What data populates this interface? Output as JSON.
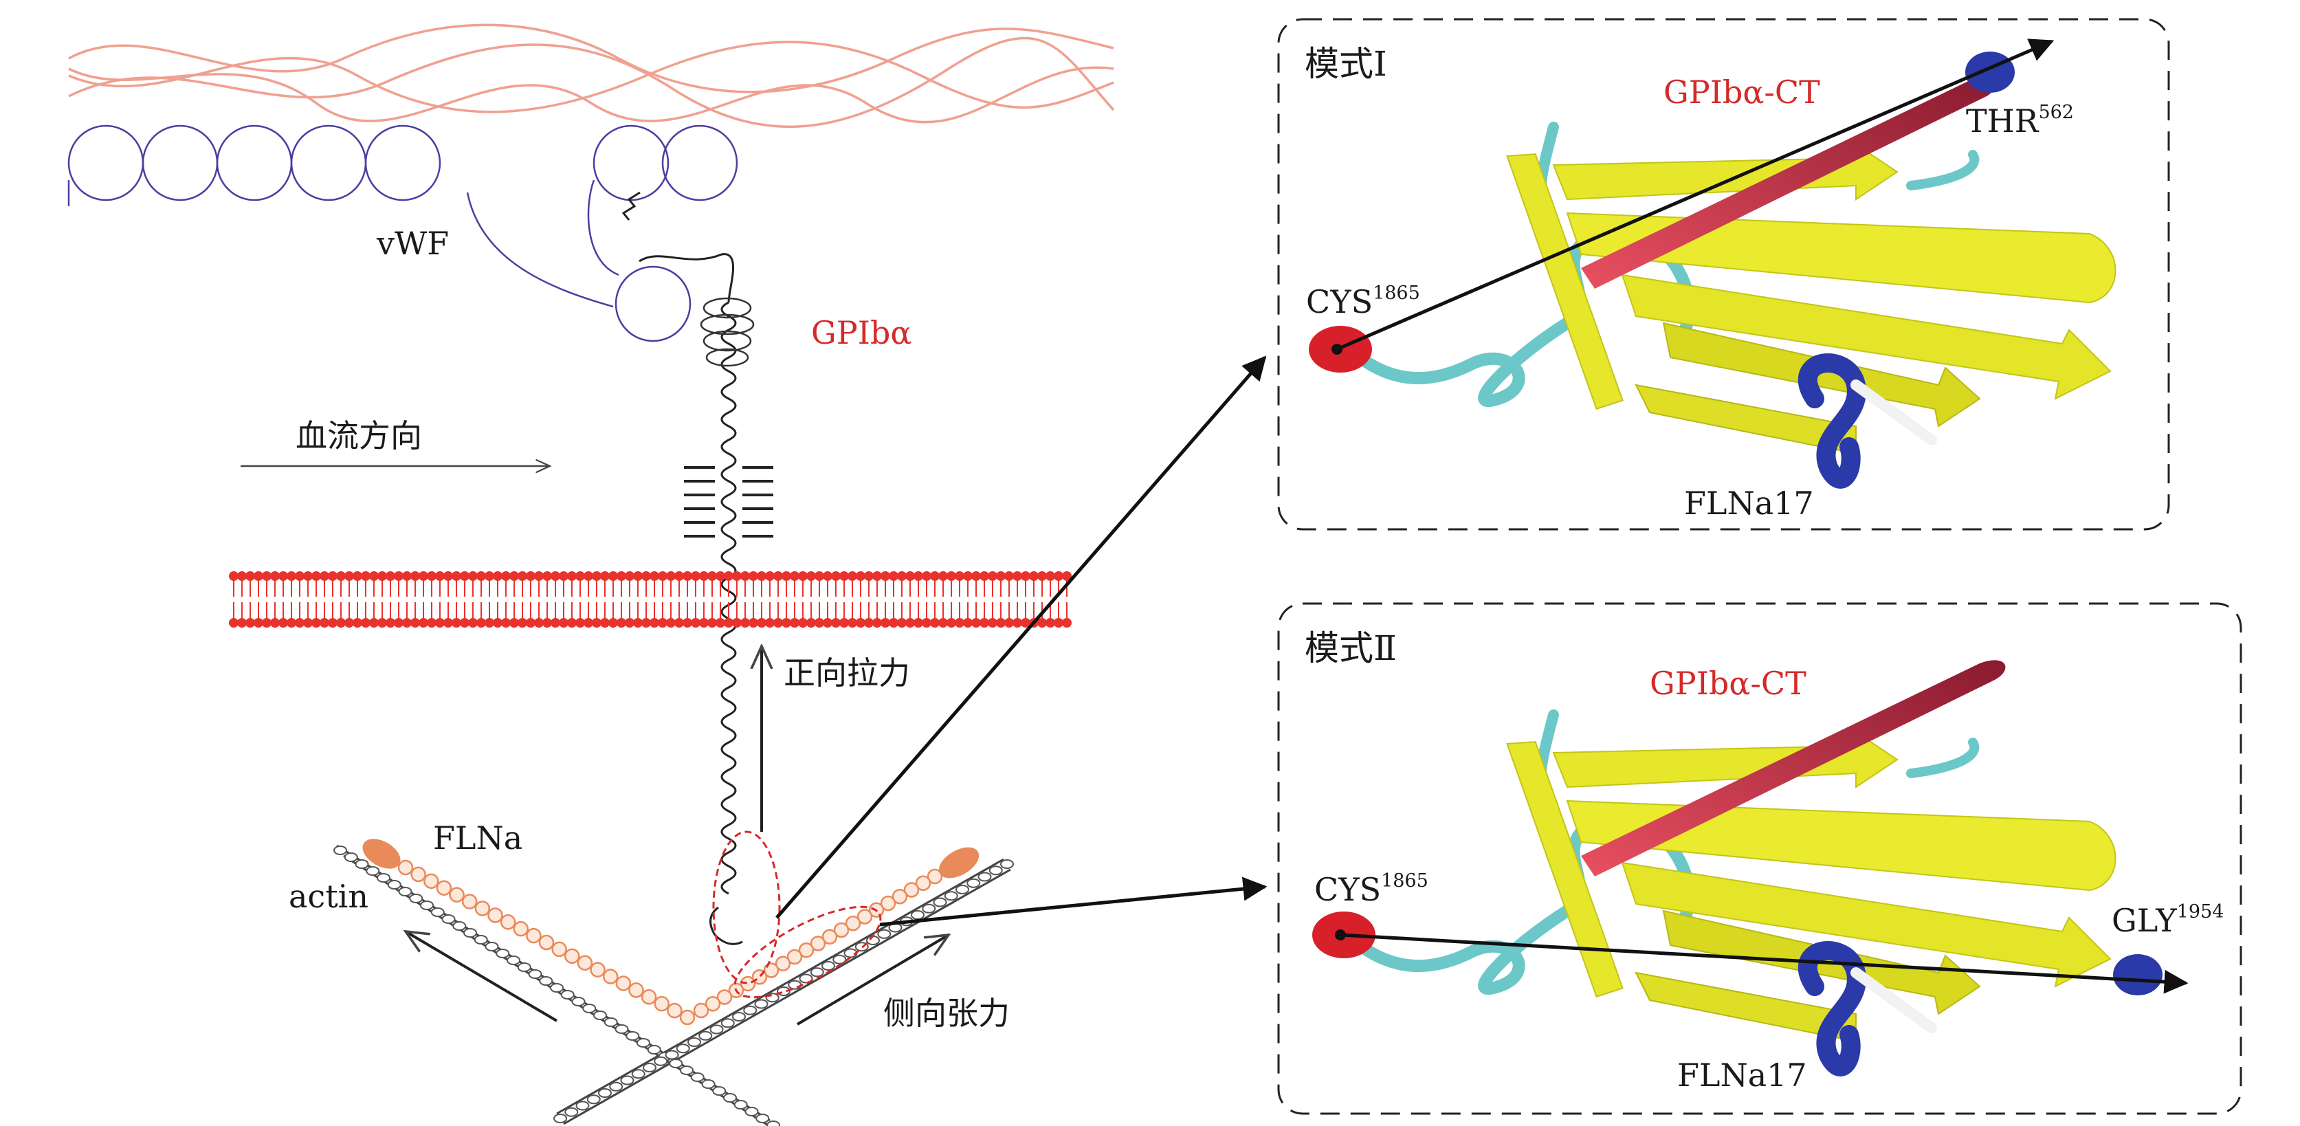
{
  "labels": {
    "vwf": "vWF",
    "gpiba": "GPIbα",
    "flow": "血流方向",
    "forward_force": "正向拉力",
    "lateral_force": "侧向张力",
    "flna": "FLNa",
    "actin": "actin"
  },
  "panel1": {
    "title": "模式Ⅰ",
    "protein": "GPIbα-CT",
    "cys": "CYS",
    "cys_sup": "1865",
    "end_res": "THR",
    "end_sup": "562",
    "domain": "FLNa17"
  },
  "panel2": {
    "title": "模式Ⅱ",
    "protein": "GPIbα-CT",
    "cys": "CYS",
    "cys_sup": "1865",
    "end_res": "GLY",
    "end_sup": "1954",
    "domain": "FLNa17"
  },
  "colors": {
    "accent_red": "#d42a2a",
    "vwf_blue": "#4a3fa0",
    "helix_pink": "#f0a090",
    "membrane_red": "#e8322c",
    "flna_orange": "#e88a5a",
    "strand_yellow": "#e6e62a",
    "coil_cyan": "#6cc8c8",
    "ct_strand": "#c8304a",
    "helix_blue": "#2a3aa8"
  }
}
